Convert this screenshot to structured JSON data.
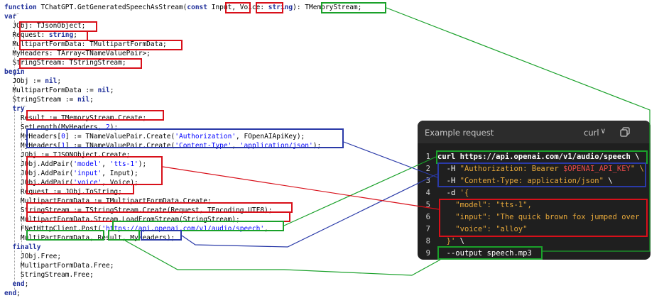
{
  "code": {
    "lines": [
      "function TChatGPT.GetGeneratedSpeechAsStream(const Input, Voice: string): TMemoryStream;",
      "var",
      "  JObj: TJsonObject;",
      "  Request: string;",
      "  MultipartFormData: TMultipartFormData;",
      "  MyHeaders: TArray<TNameValuePair>;",
      "  StringStream: TStringStream;",
      "begin",
      "  JObj := nil;",
      "  MultipartFormData := nil;",
      "  StringStream := nil;",
      "  try",
      "    Result := TMemoryStream.Create;",
      "    SetLength(MyHeaders, 2);",
      "    MyHeaders[0] := TNameValuePair.Create('Authorization', FOpenAIApiKey);",
      "    MyHeaders[1] := TNameValuePair.Create('Content-Type', 'application/json');",
      "    JObj := TJSONObject.Create;",
      "    JObj.AddPair('model', 'tts-1');",
      "    JObj.AddPair('input', Input);",
      "    JObj.AddPair('voice', Voice);",
      "    Request := JObj.ToString;",
      "    MultipartFormData := TMultipartFormData.Create;",
      "    StringStream := TStringStream.Create(Request, TEncoding.UTF8);",
      "    MultipartFormData.Stream.LoadFromStream(StringStream);",
      "    FNetHttpClient.Post('https://api.openai.com/v1/audio/speech',",
      "    MultiPartFormData, Result, MyHeaders);",
      "  finally",
      "    JObj.Free;",
      "    MultipartFormData.Free;",
      "    StringStream.Free;",
      "  end;",
      "end;"
    ]
  },
  "example": {
    "title": "Example request",
    "language": "curl",
    "chevron": "∨",
    "line_numbers": [
      "1",
      "2",
      "3",
      "4",
      "5",
      "6",
      "7",
      "8",
      "9"
    ],
    "l1": "curl https://api.openai.com/v1/audio/speech \\",
    "l2_flag": "-H ",
    "l2_str_a": "\"Authorization: Bearer ",
    "l2_var": "$OPENAI_API_KEY",
    "l2_str_b": "\" \\",
    "l3_flag": "-H ",
    "l3_str": "\"Content-Type: application/json\"",
    "l3_tail": " \\",
    "l4_flag": "-d ",
    "l4_str": "'{",
    "l5": "\"model\": \"tts-1\",",
    "l6": "\"input\": \"The quick brown fox jumped over",
    "l7": "\"voice\": \"alloy\"",
    "l8_str": "}'",
    "l8_tail": " \\",
    "l9": "--output speech.mp3"
  },
  "colors": {
    "red_box": "#d8101a",
    "blue_box": "#2a3aa8",
    "green_box": "#1aa12a",
    "panel_bg": "#1f1f1f",
    "string_orange": "#e6a83b",
    "variable_red": "#e94a4a"
  },
  "icons": {
    "copy": "copy-icon",
    "chevron": "chevron-down-icon"
  }
}
